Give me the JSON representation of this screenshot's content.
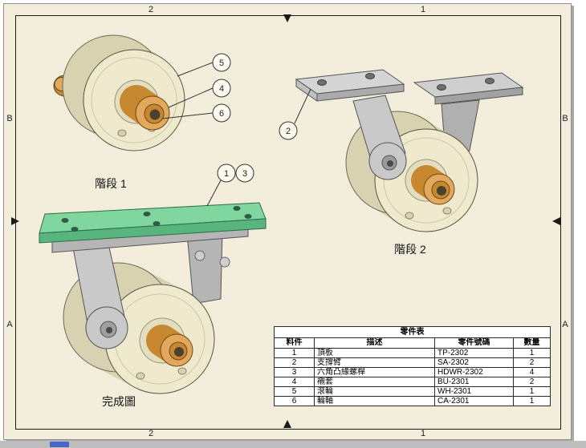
{
  "sheet": {
    "zone_labels": {
      "top": [
        "2",
        "1"
      ],
      "bottom": [
        "2",
        "1"
      ],
      "left": [
        "B",
        "A"
      ],
      "right": [
        "B",
        "A"
      ]
    }
  },
  "views": {
    "stage1": {
      "caption": "階段 1",
      "balloons": [
        "5",
        "4",
        "6"
      ]
    },
    "stage2": {
      "caption": "階段 2",
      "balloons": [
        "2"
      ]
    },
    "final": {
      "caption": "完成圖",
      "balloons": [
        "1",
        "3"
      ]
    }
  },
  "parts_table": {
    "title": "零件表",
    "headers": [
      "料件",
      "描述",
      "零件號碼",
      "數量"
    ],
    "rows": [
      {
        "item": "1",
        "desc": "頂板",
        "part_no": "TP-2302",
        "qty": "1"
      },
      {
        "item": "2",
        "desc": "支撐臂",
        "part_no": "SA-2302",
        "qty": "2"
      },
      {
        "item": "3",
        "desc": "六角凸緣螺桿",
        "part_no": "HDWR-2302",
        "qty": "4"
      },
      {
        "item": "4",
        "desc": "襯套",
        "part_no": "BU-2301",
        "qty": "2"
      },
      {
        "item": "5",
        "desc": "滾輪",
        "part_no": "WH-2301",
        "qty": "1"
      },
      {
        "item": "6",
        "desc": "輪軸",
        "part_no": "CA-2301",
        "qty": "1"
      }
    ]
  },
  "colors": {
    "paper": "#F2EEDB",
    "wheel": "#EFEACE",
    "bushing": "#E2A85C",
    "top_plate_green": "#7FD69E",
    "bracket_gray": "#C9C9C9"
  }
}
